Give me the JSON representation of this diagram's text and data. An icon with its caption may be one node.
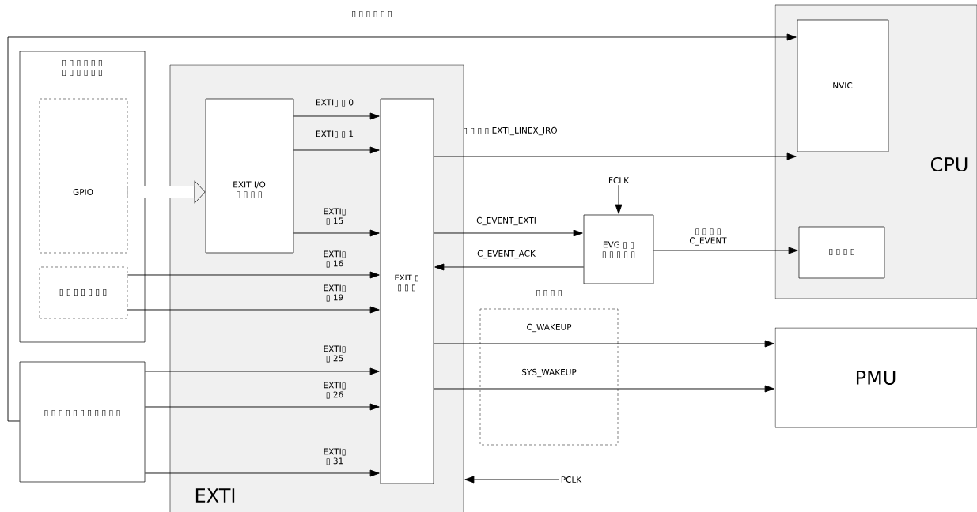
{
  "diagram": {
    "nodes": [
      {
        "text": [
          "▯ ▯ ▯ ▯ ▯ ▯ ▯ ▯ ▯ ▯ ▯ ▯"
        ]
      },
      {
        "text": [
          "GPIO"
        ],
        "in": 0
      },
      {
        "text": [
          "▯ ▯ ▯ ▯ ▯ ▯ ▯"
        ],
        "in": 0
      },
      {
        "text": [
          "▯ ▯ ▯ ▯ ▯ ▯ ▯ ▯ ▯ ▯ ▯"
        ]
      },
      {
        "text": [
          "EXTI"
        ]
      },
      {
        "text": [
          "EXIT I/O ▯ ▯ ▯ ▯"
        ],
        "in": 4
      },
      {
        "text": [
          "EXIT ▯ ▯ ▯ ▯"
        ],
        "in": 4
      },
      {
        "text": [
          "CPU"
        ]
      },
      {
        "text": [
          "NVIC"
        ],
        "in": 7
      },
      {
        "text": [
          "▯ ▯ ▯ ▯"
        ],
        "in": 7
      },
      {
        "text": [
          "EVG ▯ ▯ ▯ ▯ ▯ ▯ ▯"
        ]
      },
      {
        "text": [
          "PMU"
        ]
      },
      {
        "text": [
          "FCLK"
        ]
      },
      {
        "text": [
          "PCLK"
        ]
      }
    ],
    "edges": [
      {
        "from": 3,
        "to": 8,
        "arrow": "to",
        "label": "▯ ▯ ▯ ▯ ▯ ▯"
      },
      {
        "from": 1,
        "to": 5,
        "arrow": "to",
        "style": "thick"
      },
      {
        "from": 5,
        "to": 6,
        "arrow": "to",
        "label": "EXTI▯ ▯ 0"
      },
      {
        "from": 5,
        "to": 6,
        "arrow": "to",
        "label": "EXTI▯ ▯ 1"
      },
      {
        "from": 5,
        "to": 6,
        "arrow": "to",
        "label": "EXTI▯ ▯ 15"
      },
      {
        "from": 2,
        "to": 6,
        "arrow": "to",
        "label": "EXTI▯ ▯ 16"
      },
      {
        "from": 2,
        "to": 6,
        "arrow": "to",
        "label": "EXTI▯ ▯ 19"
      },
      {
        "from": 3,
        "to": 6,
        "arrow": "to",
        "label": "EXTI▯ ▯ 25"
      },
      {
        "from": 3,
        "to": 6,
        "arrow": "to",
        "label": "EXTI▯ ▯ 26"
      },
      {
        "from": 3,
        "to": 6,
        "arrow": "to",
        "label": "EXTI▯ ▯ 31"
      },
      {
        "from": 6,
        "to": 8,
        "arrow": "to",
        "label": "▯ ▯ ▯ ▯ EXTI_LINEX_IRQ"
      },
      {
        "from": 6,
        "to": 10,
        "arrow": "to",
        "label": "C_EVENT_EXTI"
      },
      {
        "from": 10,
        "to": 6,
        "arrow": "to",
        "label": "C_EVENT_ACK"
      },
      {
        "from": 10,
        "to": 9,
        "arrow": "to",
        "label": "▯ ▯ ▯ ▯ C_EVENT"
      },
      {
        "from": 12,
        "to": 10,
        "arrow": "to"
      },
      {
        "from": 6,
        "to": 11,
        "arrow": "to",
        "label": "C_WAKEUP"
      },
      {
        "from": 6,
        "to": 11,
        "arrow": "to",
        "label": "SYS_WAKEUP"
      },
      {
        "from": 13,
        "to": 4,
        "arrow": "to"
      }
    ],
    "labels": [
      "▯ ▯ ▯ ▯"
    ]
  }
}
